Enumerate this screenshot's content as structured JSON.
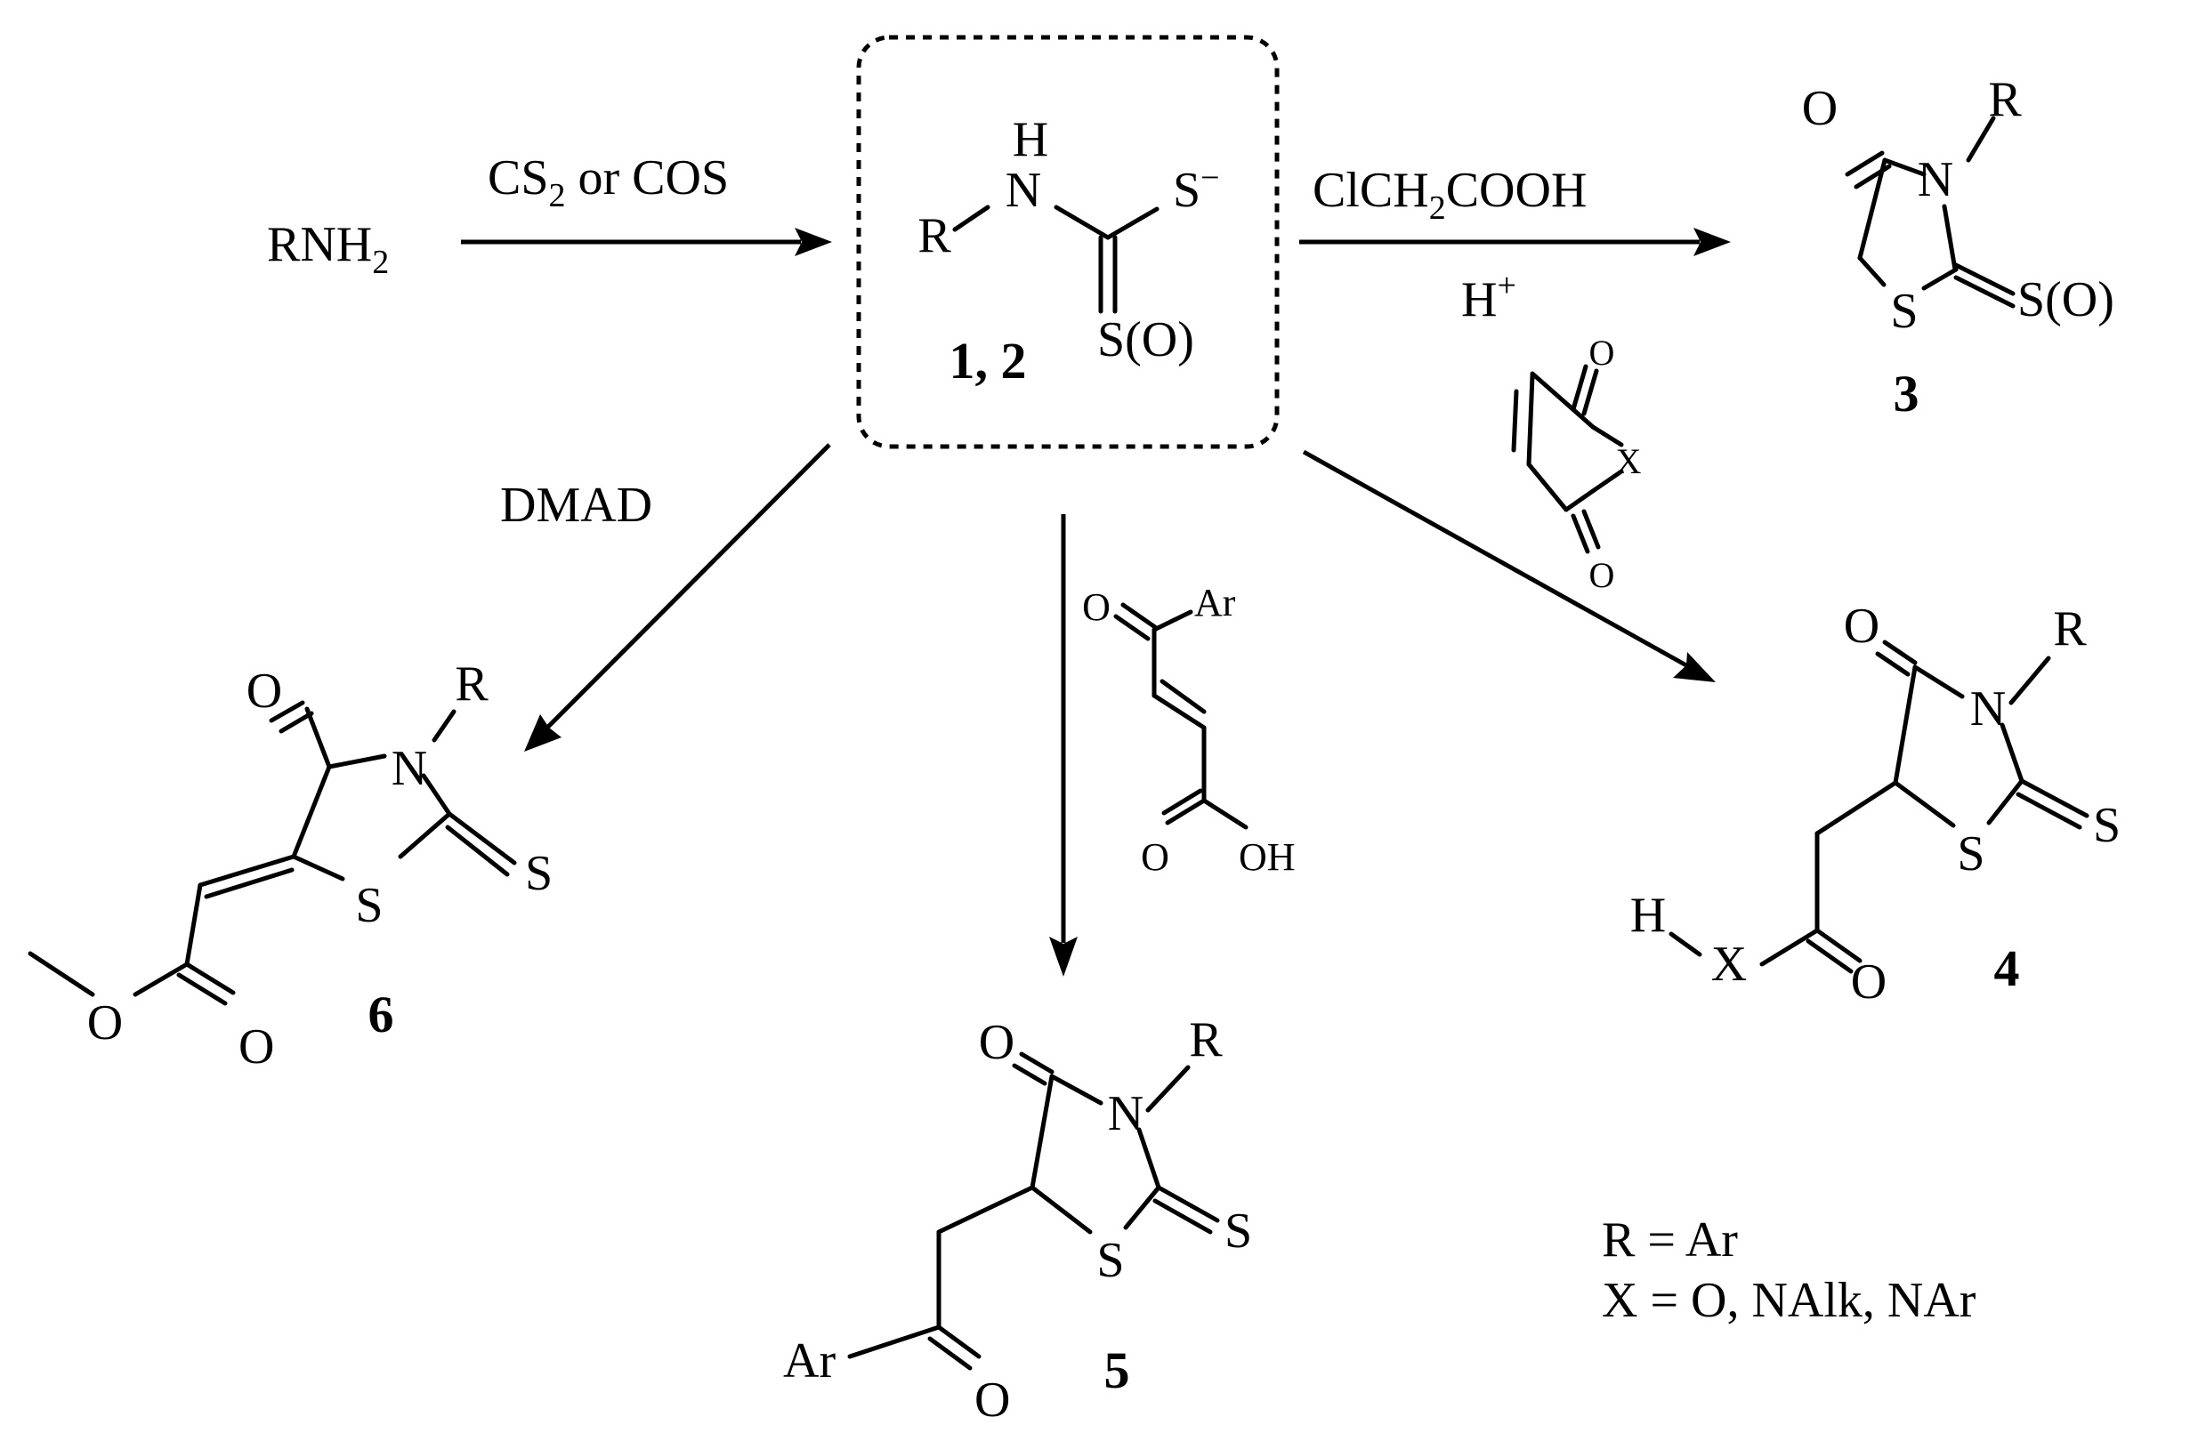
{
  "reagents": {
    "start": "RNH",
    "start_sub": "2",
    "cs2_prefix": "CS",
    "cs2_sub": "2",
    "cs2_suffix": " or COS",
    "chloroacetic": "ClCH",
    "chloroacetic_sub": "2",
    "chloroacetic_suffix": "COOH",
    "acid": "H",
    "acid_sup": "+",
    "dmad": "DMAD"
  },
  "intermediate": {
    "h": "H",
    "n": "N",
    "r": "R",
    "s_anion": "S",
    "s_anion_sup": "−",
    "s_o": "S(O)",
    "label": "1, 2"
  },
  "compound3": {
    "o": "O",
    "n": "N",
    "r": "R",
    "s_ring": "S",
    "s_exo": "S(O)",
    "label": "3"
  },
  "maleic": {
    "o_top": "O",
    "x": "X",
    "o_bottom": "O"
  },
  "aroylacrylic": {
    "o_keto": "O",
    "ar": "Ar",
    "o_acid": "O",
    "oh": "OH"
  },
  "compound4": {
    "o": "O",
    "n": "N",
    "r": "R",
    "s_ring": "S",
    "s_exo": "S",
    "h": "H",
    "x": "X",
    "o_acyl": "O",
    "label": "4"
  },
  "compound5": {
    "o": "O",
    "n": "N",
    "r": "R",
    "s_ring": "S",
    "s_exo": "S",
    "ar": "Ar",
    "o_keto": "O",
    "label": "5"
  },
  "compound6": {
    "o": "O",
    "n": "N",
    "r": "R",
    "s_ring": "S",
    "s_exo": "S",
    "o_ester": "O",
    "o_carbonyl": "O",
    "label": "6"
  },
  "legend": {
    "r_def": "R = Ar",
    "x_def": "X = O, NAlk, NAr"
  }
}
